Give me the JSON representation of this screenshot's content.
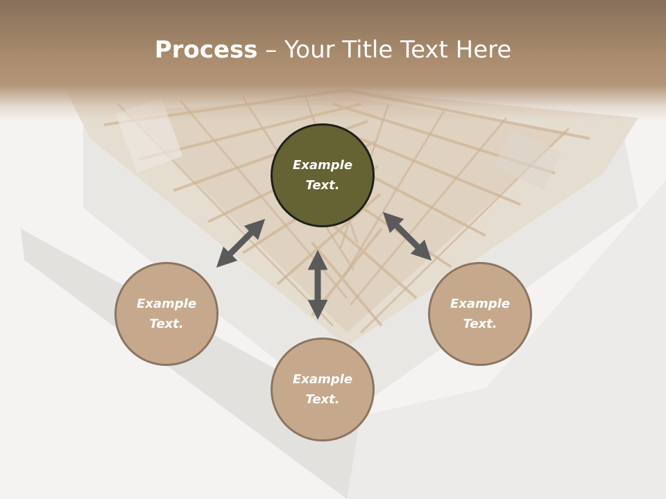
{
  "slide": {
    "title_bold": "Process",
    "title_rest": " – Your Title Text Here"
  },
  "nodes": {
    "top": {
      "line1": "Example",
      "line2": "Text."
    },
    "left": {
      "line1": "Example",
      "line2": "Text."
    },
    "bottom": {
      "line1": "Example",
      "line2": "Text."
    },
    "right": {
      "line1": "Example",
      "line2": "Text."
    }
  },
  "colors": {
    "title_band": "#a88a6c",
    "center_node": "#656233",
    "outer_node": "#c6a98c",
    "arrow": "#5a5a5a"
  }
}
